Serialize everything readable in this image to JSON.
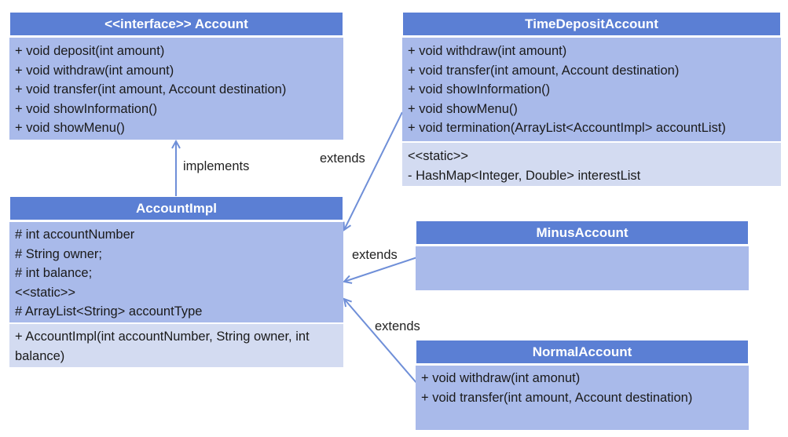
{
  "account": {
    "title": "<<interface>> Account",
    "methods": [
      "+ void deposit(int amount)",
      "+ void withdraw(int amount)",
      "+ void transfer(int amount, Account destination)",
      "+ void showInformation()",
      "+ void showMenu()"
    ]
  },
  "time_deposit": {
    "title": "TimeDepositAccount",
    "methods": [
      "+ void withdraw(int amount)",
      "+ void transfer(int amount, Account destination)",
      "+ void showInformation()",
      "+ void showMenu()",
      "+ void termination(ArrayList<AccountImpl> accountList)"
    ],
    "statics": [
      "<<static>>",
      "- HashMap<Integer, Double> interestList"
    ]
  },
  "account_impl": {
    "title": "AccountImpl",
    "fields": [
      "# int accountNumber",
      "# String owner;",
      "# int balance;",
      "<<static>>",
      "# ArrayList<String> accountType"
    ],
    "constructor": "+ AccountImpl(int accountNumber, String owner, int balance)"
  },
  "minus": {
    "title": "MinusAccount"
  },
  "normal": {
    "title": "NormalAccount",
    "methods": [
      "+ void withdraw(int amonut)",
      "+ void transfer(int amount, Account destination)"
    ]
  },
  "labels": {
    "implements": "implements",
    "extends_time": "extends",
    "extends_minus": "extends",
    "extends_normal": "extends"
  },
  "colors": {
    "header": "#5b7fd4",
    "body": "#a9baea",
    "body_light": "#d3dbf1",
    "arrow": "#6f8fd8"
  }
}
